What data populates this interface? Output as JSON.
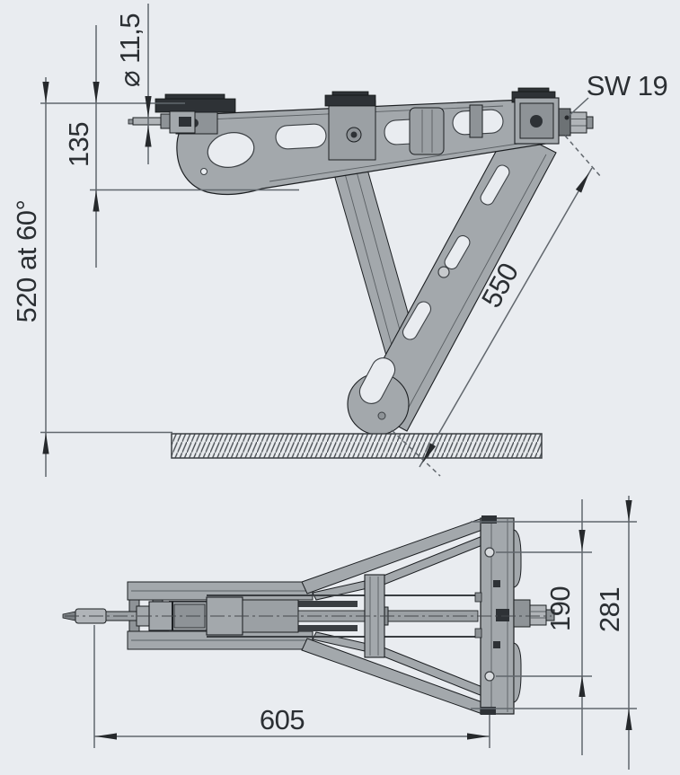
{
  "drawing": {
    "labels": {
      "spindle_diameter": "⌀ 11,5",
      "mount_offset": "135",
      "extended_height": "520 at 60°",
      "wrench_size": "SW 19",
      "support_length": "550",
      "overall_length": "605",
      "hole_spacing": "190",
      "base_width": "281"
    },
    "colors": {
      "background": "#e9ecf0",
      "metal": "#a3a8ac",
      "metal_dark": "#8e9397",
      "metal_light": "#b0b4b8",
      "outline": "#1c1f22",
      "dimension_lines": "#61676d",
      "arrow": "#26292c",
      "text": "#2b2f33"
    }
  }
}
